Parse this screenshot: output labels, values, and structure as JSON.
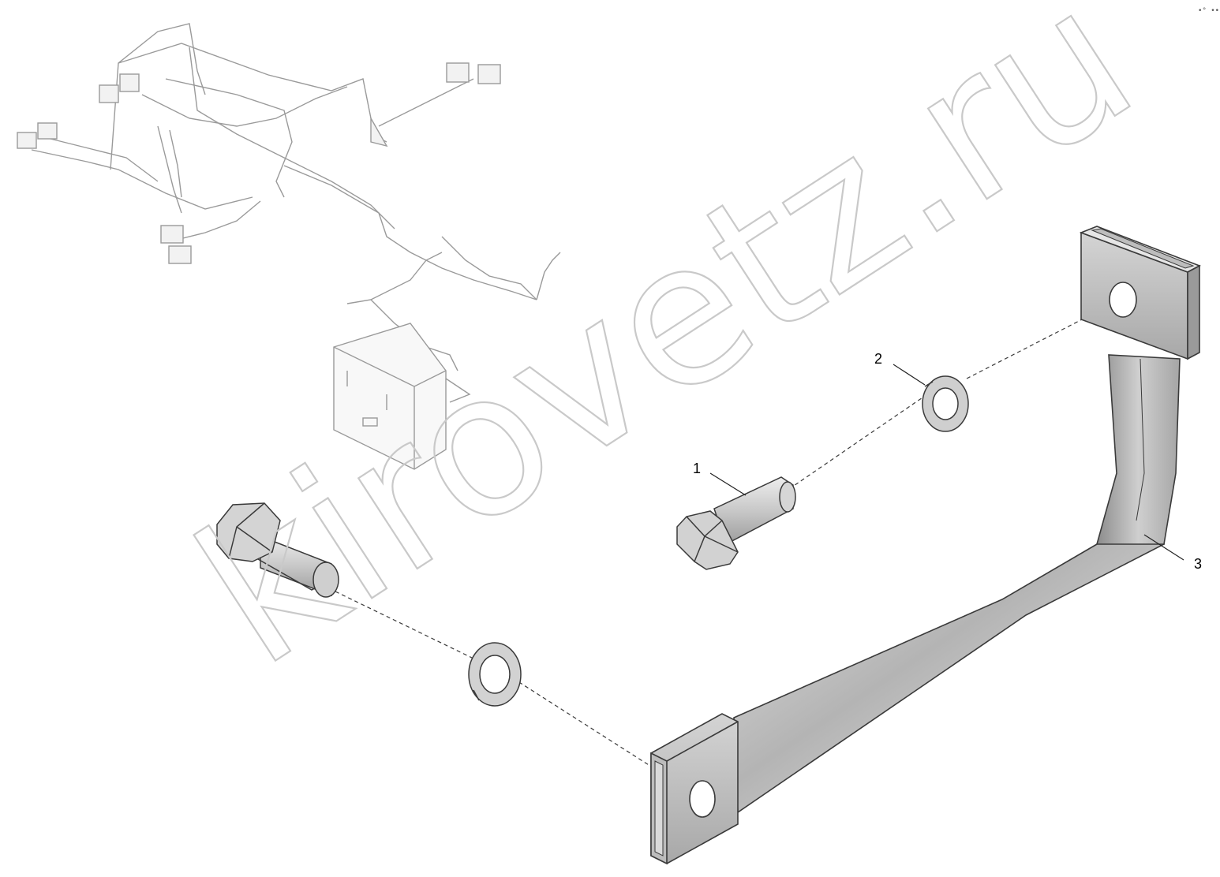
{
  "diagram": {
    "watermark": "kirovetz.ru",
    "corner_mark": "•° •••",
    "callouts": [
      {
        "id": "1",
        "part": "bolt-small"
      },
      {
        "id": "2",
        "part": "lock-washer-small"
      },
      {
        "id": "3",
        "part": "ground-strap"
      }
    ],
    "colors": {
      "line": "#3a3a3a",
      "strap_light": "#d8d8d8",
      "strap_dark": "#8a8a8a",
      "ghost": "#9a9a9a",
      "watermark": "#c9c9c9"
    }
  }
}
